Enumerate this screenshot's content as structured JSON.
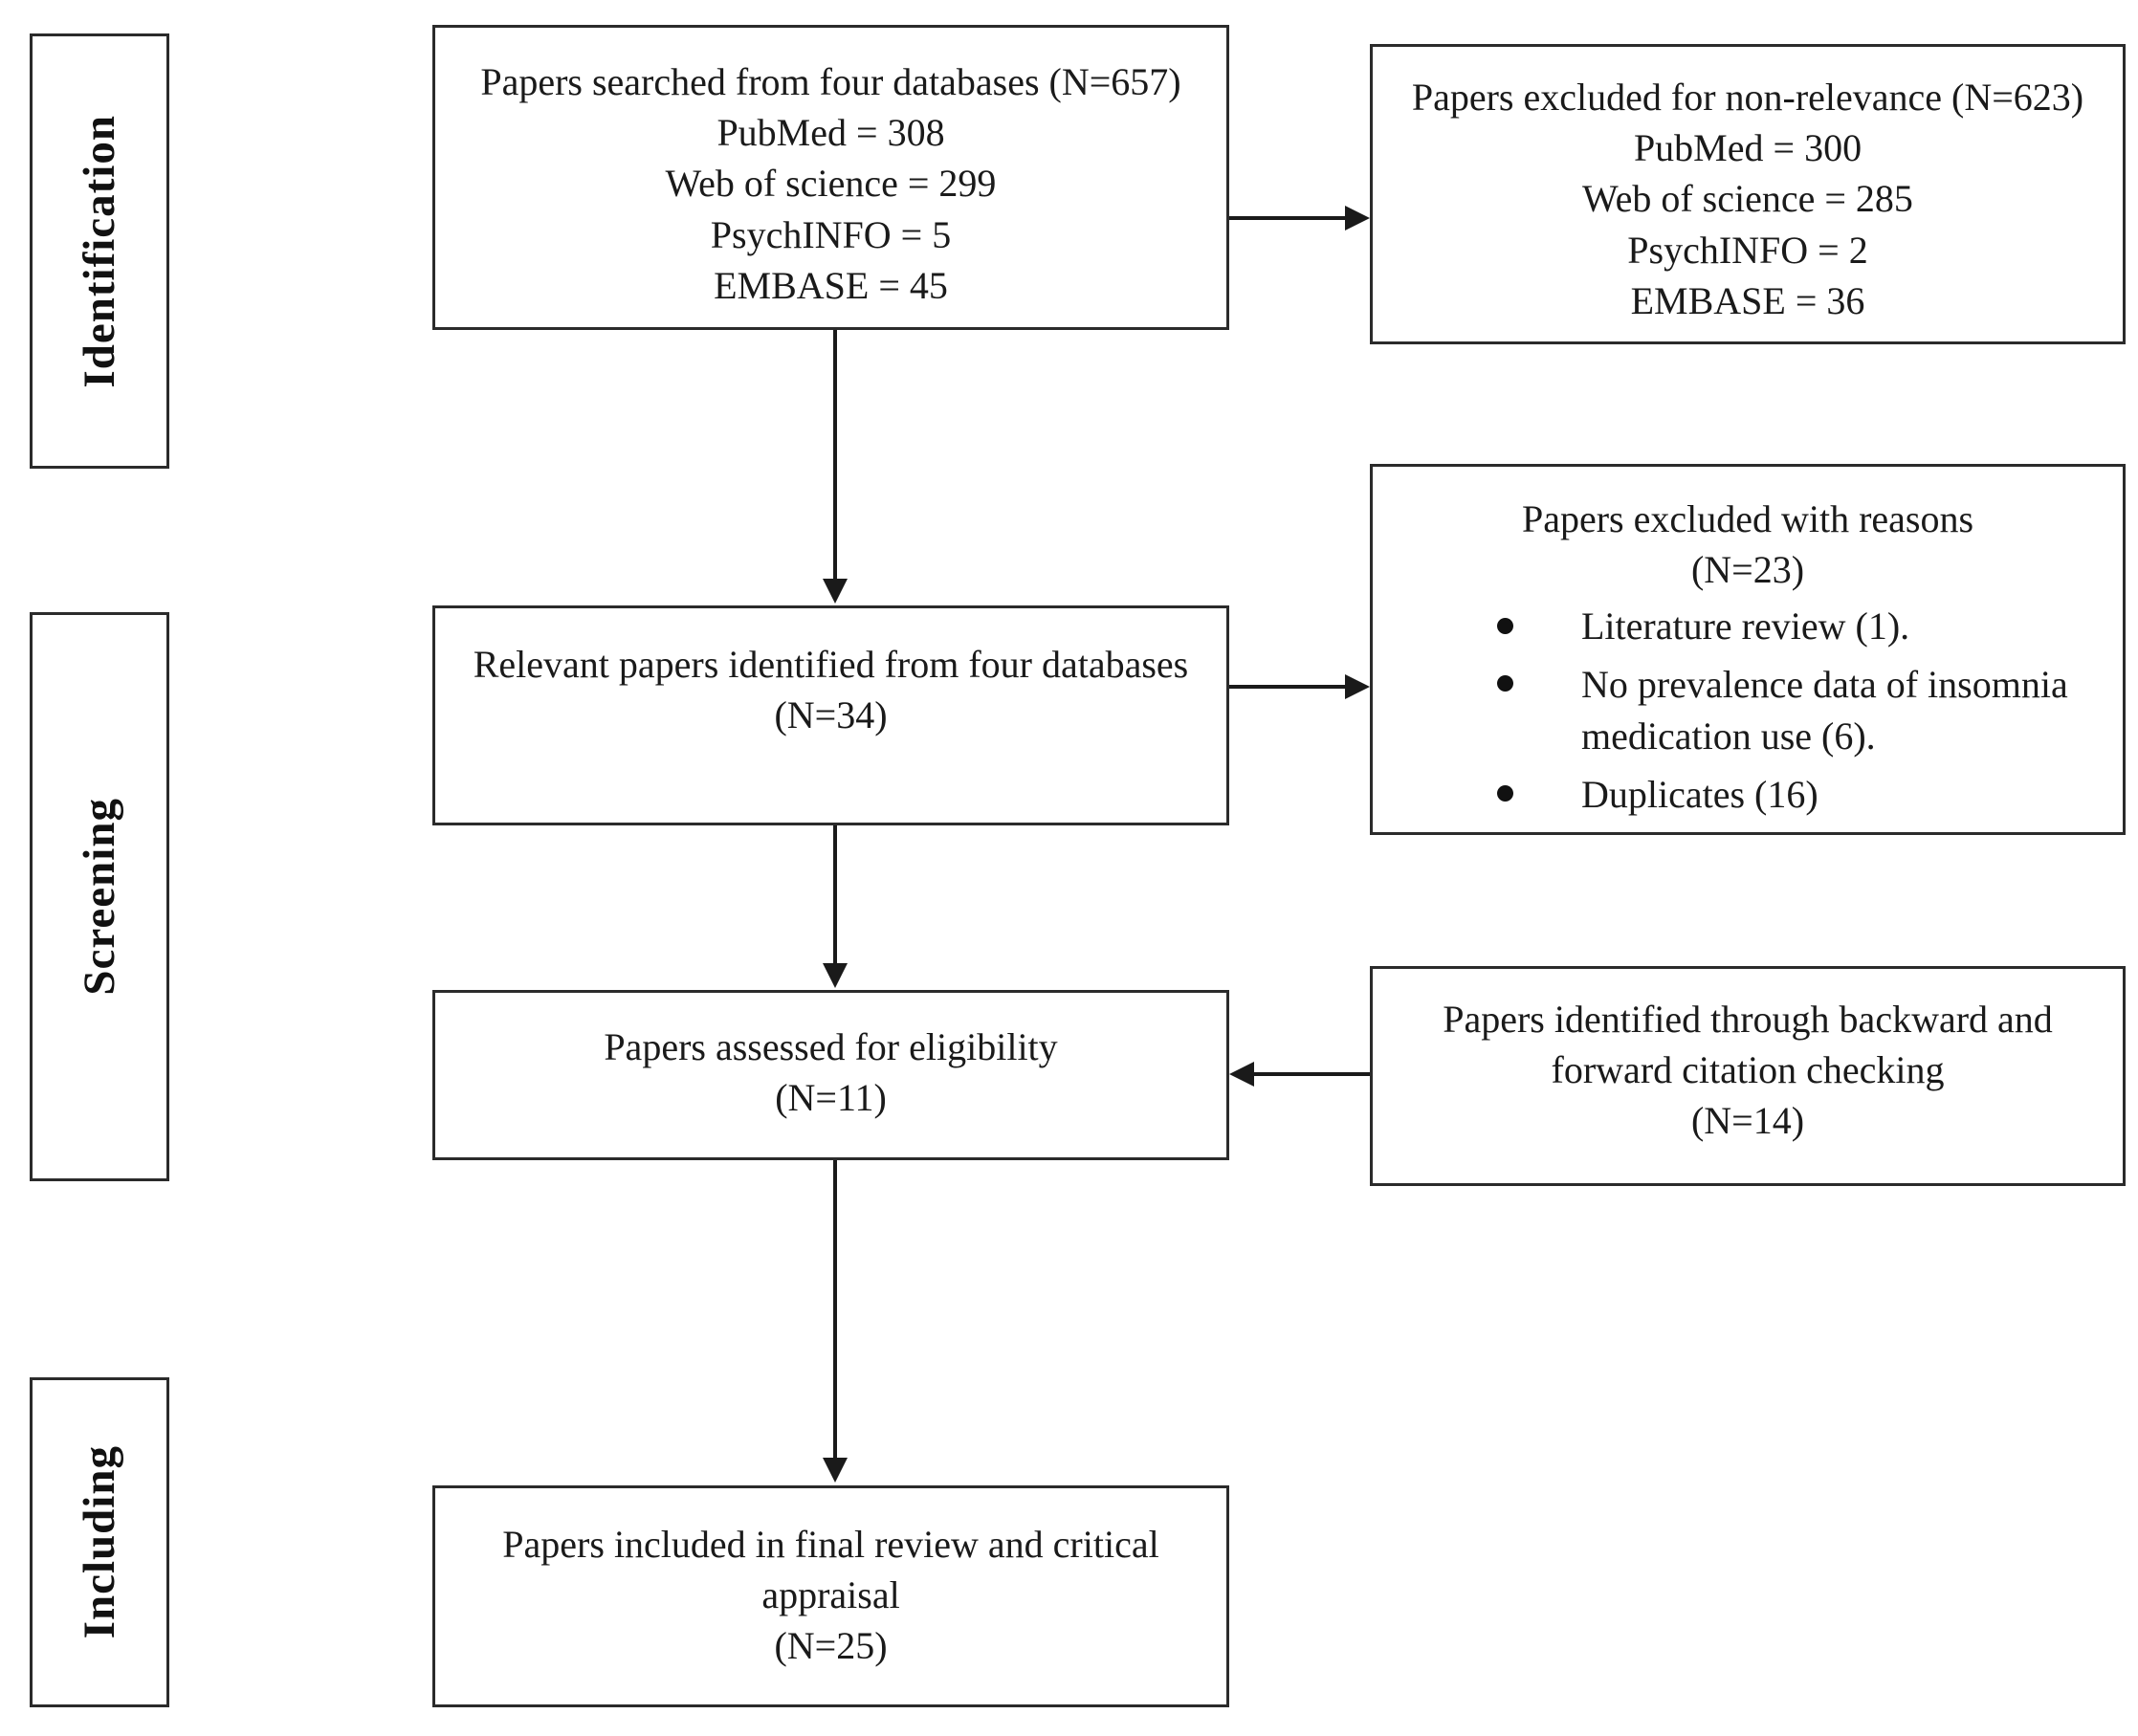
{
  "diagram": {
    "type": "prisma-flow-diagram",
    "title": "PRISMA study selection flow diagram",
    "stroke_color": "#2b2b2b",
    "background_color": "#ffffff"
  },
  "stages": [
    {
      "id": "identification",
      "label": "Identification"
    },
    {
      "id": "screening",
      "label": "Screening"
    },
    {
      "id": "including",
      "label": "Including"
    }
  ],
  "boxes": {
    "searched": {
      "lines": [
        "Papers searched from four databases (N=657)",
        "PubMed = 308",
        "Web of science = 299",
        "PsychINFO = 5",
        "EMBASE = 45"
      ]
    },
    "excluded_non_relevance": {
      "lines": [
        "Papers excluded for non-relevance (N=623)",
        "PubMed = 300",
        "Web of science = 285",
        "PsychINFO = 2",
        "EMBASE = 36"
      ]
    },
    "relevant": {
      "lines": [
        "Relevant papers identified from four databases",
        "(N=34)"
      ]
    },
    "excluded_with_reasons": {
      "lines": [
        "Papers excluded with reasons",
        "(N=23)"
      ],
      "reasons": [
        "Literature review (1).",
        "No prevalence data of insomnia medication use (6).",
        "Duplicates (16)"
      ]
    },
    "eligibility": {
      "lines": [
        "Papers assessed for eligibility",
        "(N=11)"
      ]
    },
    "citation_checking": {
      "lines": [
        "Papers identified through backward and",
        "forward citation checking",
        "(N=14)"
      ]
    },
    "included": {
      "lines": [
        "Papers included in final review and critical",
        "appraisal",
        "(N=25)"
      ]
    }
  },
  "counts": {
    "searched_total": 657,
    "searched_pubmed": 308,
    "searched_web_of_science": 299,
    "searched_psychinfo": 5,
    "searched_embase": 45,
    "excluded_non_relevance_total": 623,
    "excluded_pubmed": 300,
    "excluded_web_of_science": 285,
    "excluded_psychinfo": 2,
    "excluded_embase": 36,
    "relevant_total": 34,
    "excluded_with_reasons_total": 23,
    "reason_literature_review": 1,
    "reason_no_prevalence_data": 6,
    "reason_duplicates": 16,
    "eligibility_total": 11,
    "citation_checking_total": 14,
    "included_total": 25
  }
}
